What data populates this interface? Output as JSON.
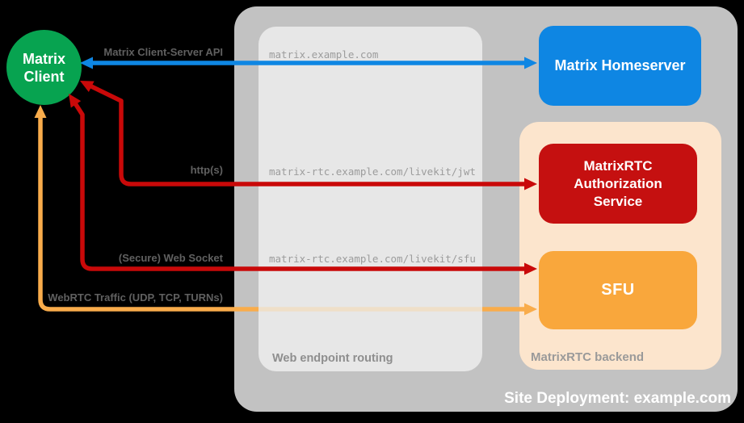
{
  "canvas": {
    "bg": "#000000"
  },
  "client": {
    "label": "Matrix Client",
    "color": "#07A350"
  },
  "site": {
    "label": "Site Deployment: example.com",
    "bg": "#C2C2C2"
  },
  "routing_panel": {
    "label": "Web endpoint routing",
    "bg": "#E7E7E7"
  },
  "backend": {
    "label": "MatrixRTC backend",
    "bg": "#FCE5CD"
  },
  "homeserver": {
    "label": "Matrix Homeserver",
    "color": "#0E86E3"
  },
  "auth_service": {
    "label": "MatrixRTC Authorization Service",
    "color": "#C51010"
  },
  "sfu": {
    "label": "SFU",
    "color": "#F9A73C"
  },
  "edges": {
    "cs_api": {
      "label": "Matrix Client-Server API",
      "route": "matrix.example.com",
      "color": "#0E86E3"
    },
    "http": {
      "label": "http(s)",
      "route": "matrix-rtc.example.com/livekit/jwt",
      "color": "#C90909"
    },
    "websocket": {
      "label": "(Secure) Web Socket",
      "route": "matrix-rtc.example.com/livekit/sfu",
      "color": "#C90909"
    },
    "webrtc": {
      "label": "WebRTC Traffic (UDP, TCP, TURNs)",
      "color": "#F9AC4B",
      "dimmed_color": "#EFDFC8"
    }
  }
}
